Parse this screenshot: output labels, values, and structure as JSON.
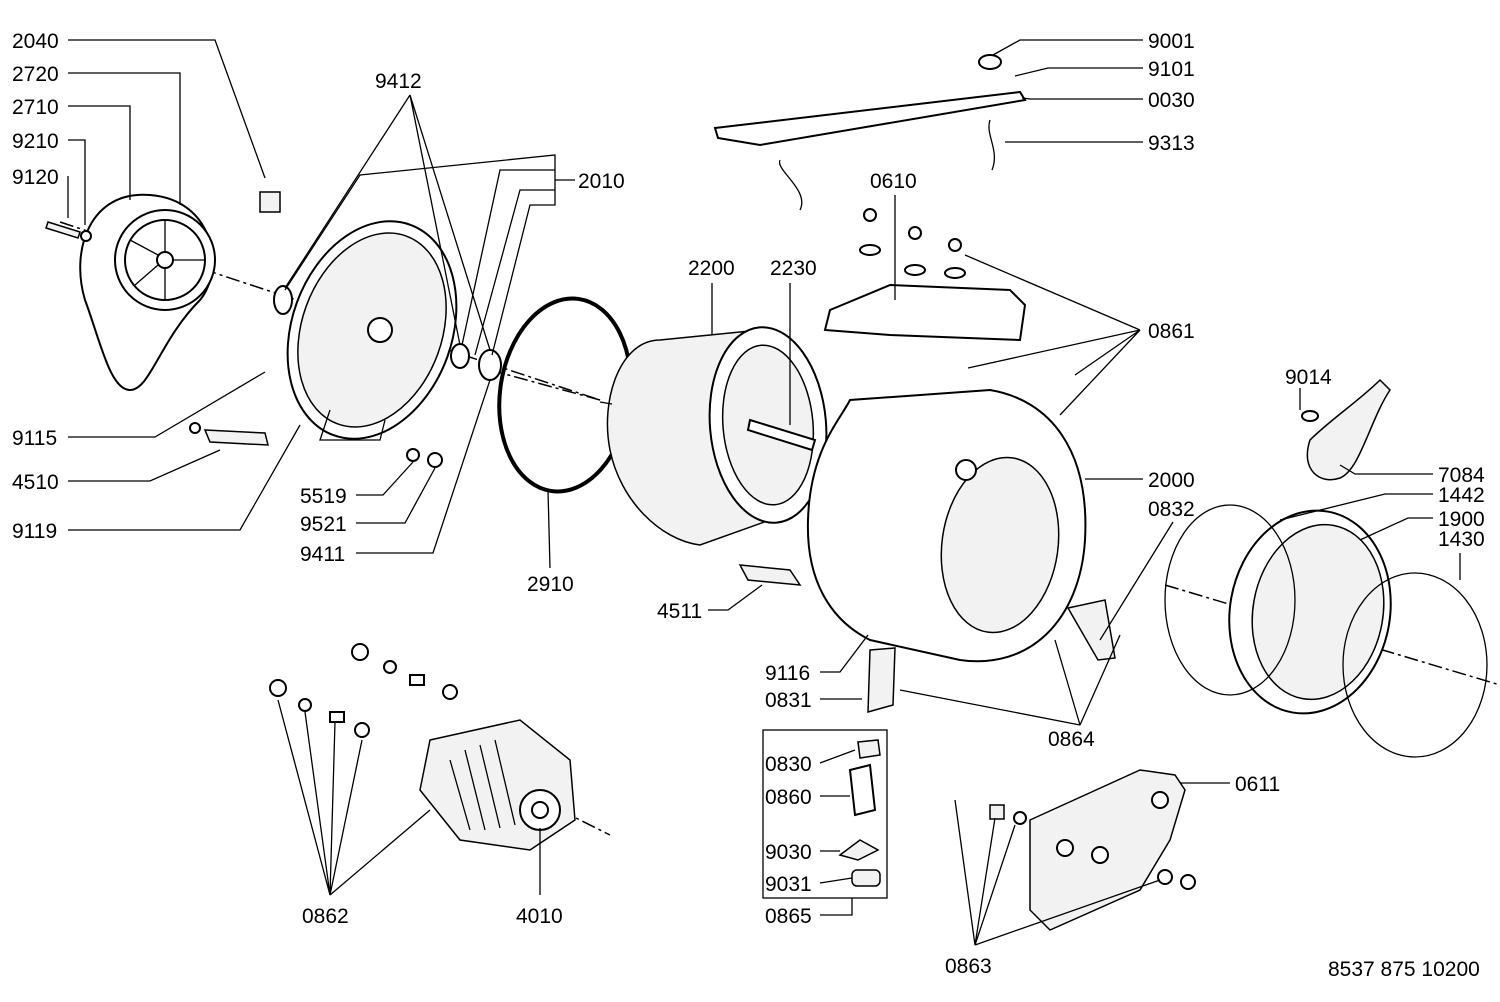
{
  "diagram": {
    "type": "exploded parts diagram",
    "document_number": "8537 875 10200",
    "callouts": [
      "2040",
      "2720",
      "2710",
      "9210",
      "9120",
      "9115",
      "4510",
      "9119",
      "9412",
      "2010",
      "5519",
      "9521",
      "9411",
      "2910",
      "4511",
      "2200",
      "2230",
      "0610",
      "9001",
      "9101",
      "0030",
      "9313",
      "0861",
      "9014",
      "7084",
      "1442",
      "1900",
      "1430",
      "2000",
      "0832",
      "9116",
      "0831",
      "0864",
      "0830",
      "0860",
      "9030",
      "9031",
      "0865",
      "0611",
      "0863",
      "0862",
      "4010"
    ]
  }
}
